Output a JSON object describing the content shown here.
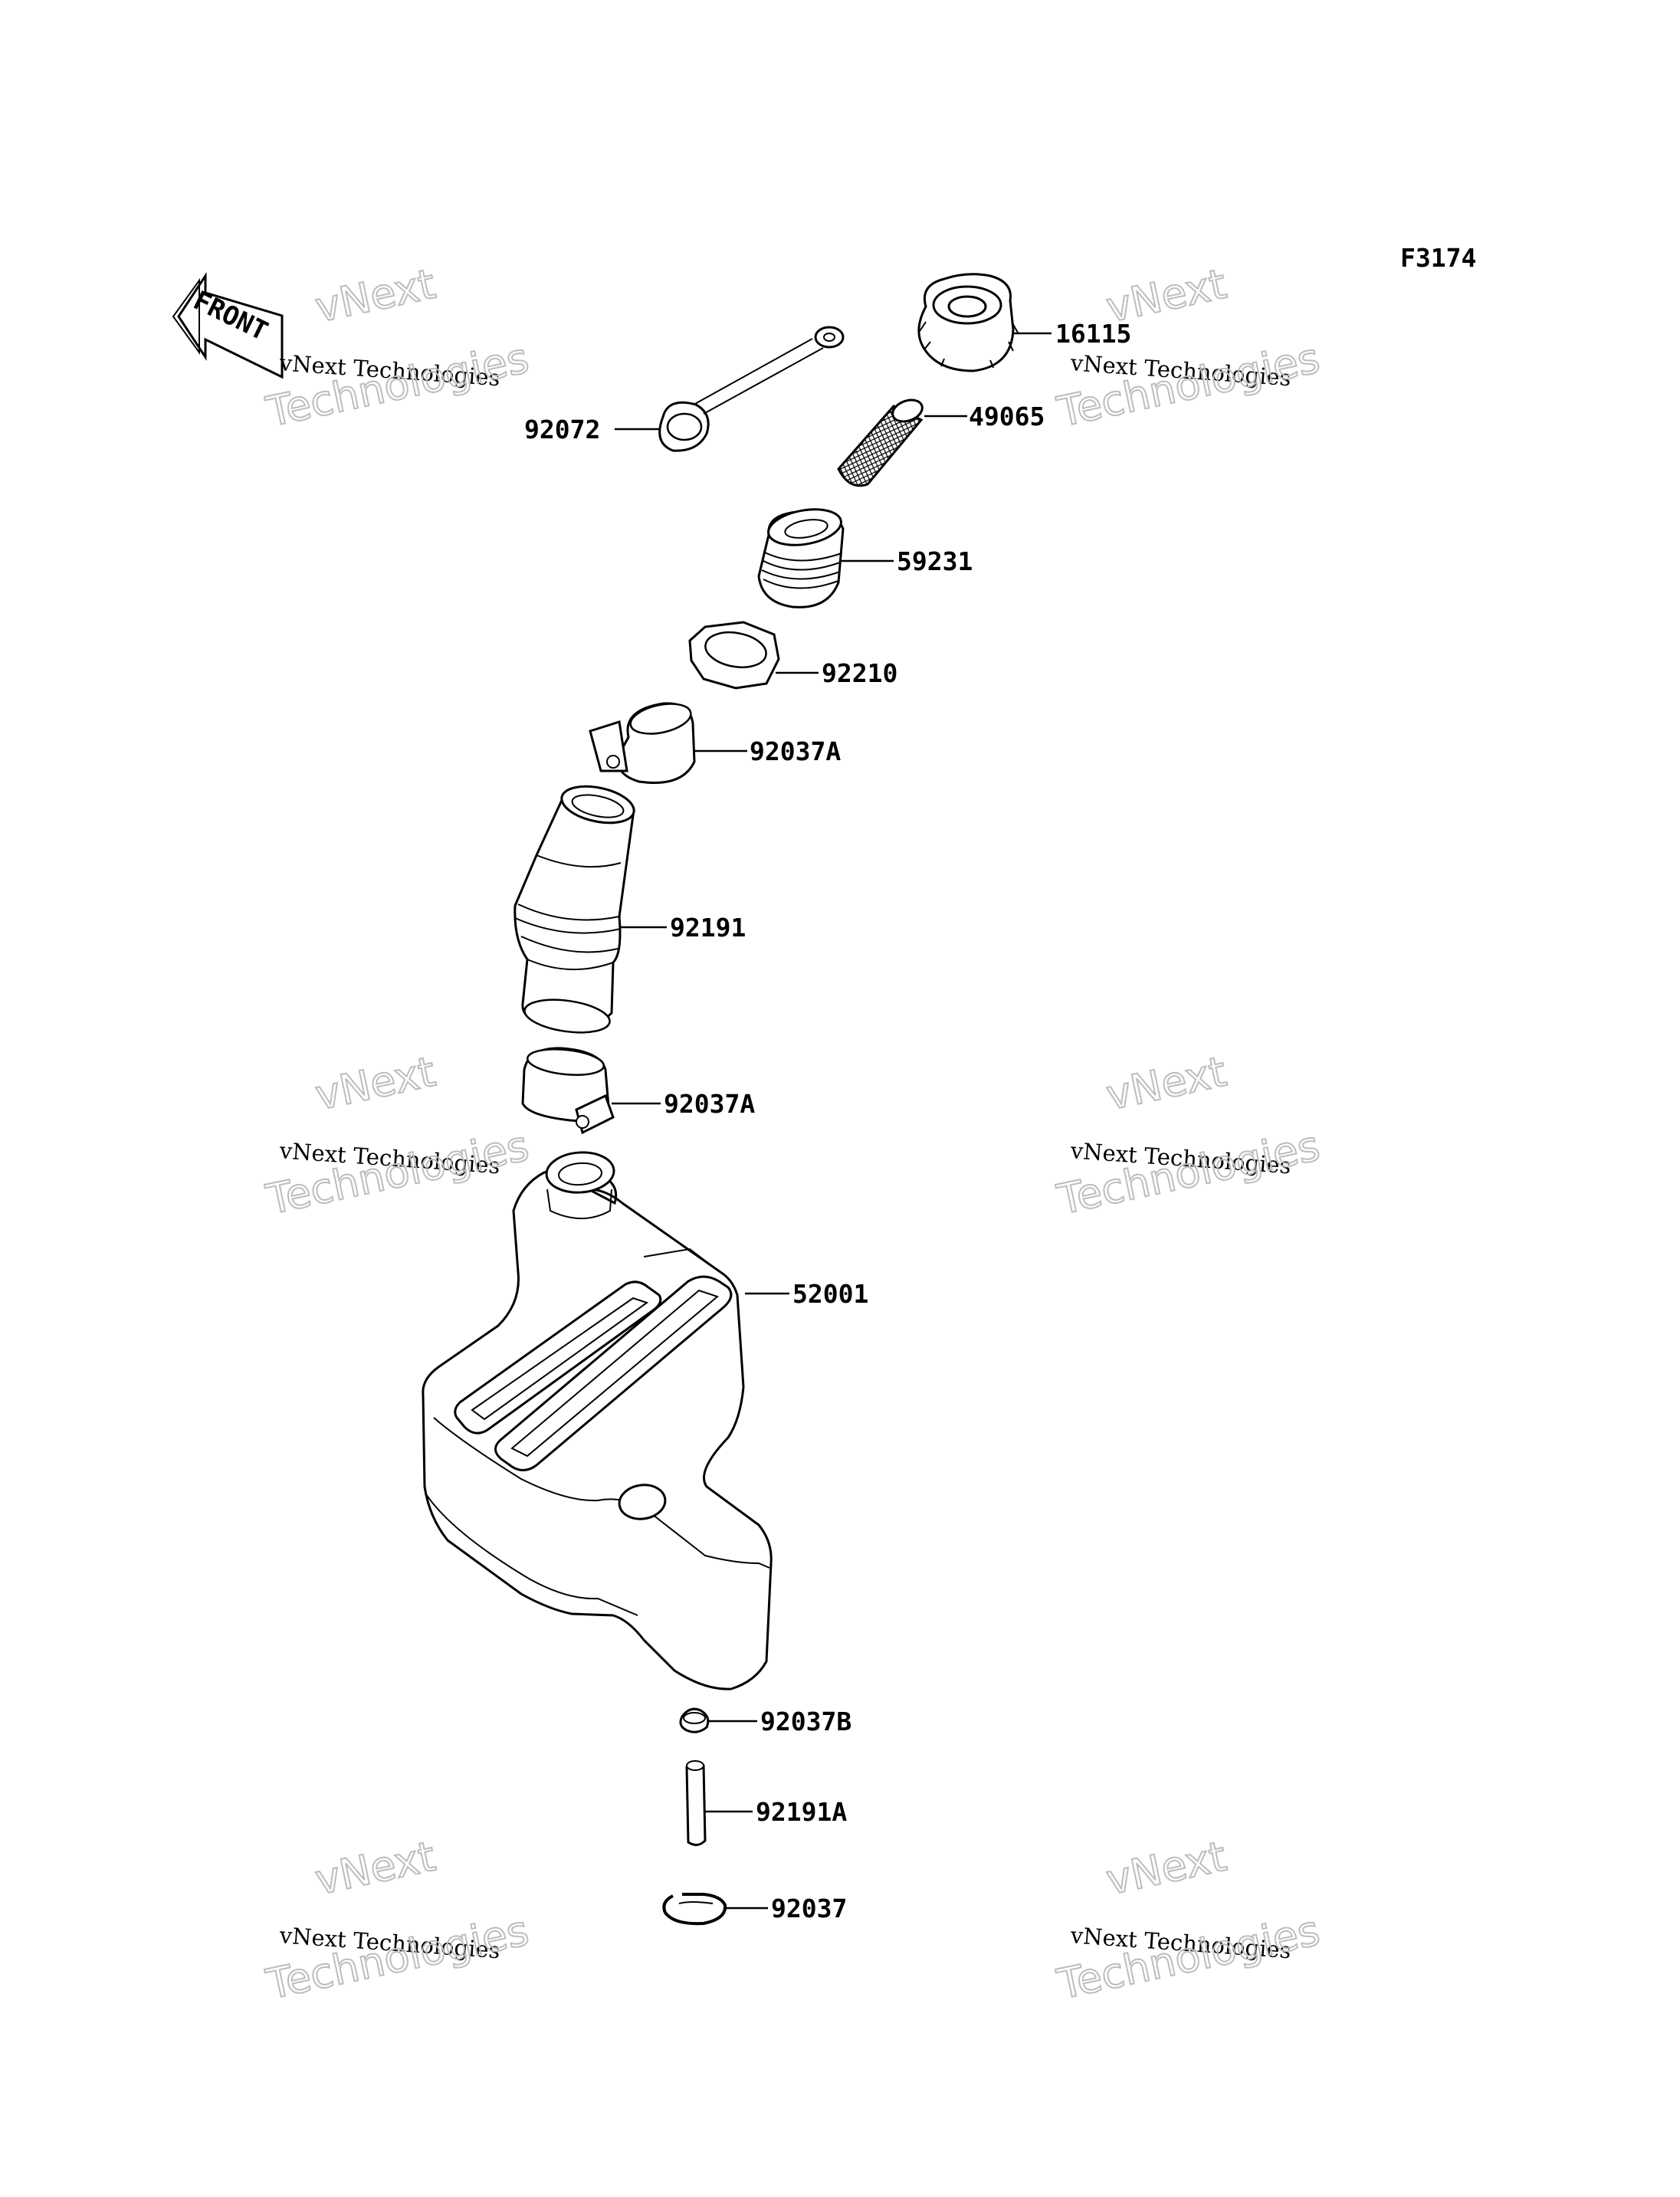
{
  "figure_code": "F3174",
  "front_marker": "FRONT",
  "watermark": {
    "line1": "vNext",
    "line2": "vNext Technologies",
    "line3": "Technologies"
  },
  "parts": [
    {
      "id": "p16115",
      "label": "16115"
    },
    {
      "id": "p49065",
      "label": "49065"
    },
    {
      "id": "p92072",
      "label": "92072"
    },
    {
      "id": "p59231",
      "label": "59231"
    },
    {
      "id": "p92210",
      "label": "92210"
    },
    {
      "id": "p92037A_1",
      "label": "92037A"
    },
    {
      "id": "p92191",
      "label": "92191"
    },
    {
      "id": "p92037A_2",
      "label": "92037A"
    },
    {
      "id": "p52001",
      "label": "52001"
    },
    {
      "id": "p92037B",
      "label": "92037B"
    },
    {
      "id": "p92191A",
      "label": "92191A"
    },
    {
      "id": "p92037",
      "label": "92037"
    }
  ]
}
